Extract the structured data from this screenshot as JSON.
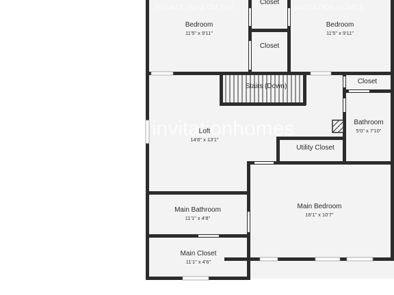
{
  "rooms": {
    "bedroom_left": {
      "name": "Bedroom",
      "dims": "11'5\" x 9'11\""
    },
    "closet_top": {
      "name": "Closet"
    },
    "bedroom_right": {
      "name": "Bedroom",
      "dims": "11'5\" x 9'11\""
    },
    "closet_mid": {
      "name": "Closet"
    },
    "stairs": {
      "name": "Stairs (Down)"
    },
    "closet_right": {
      "name": "Closet"
    },
    "loft": {
      "name": "Loft",
      "dims": "14'6\" x 13'1\""
    },
    "bathroom": {
      "name": "Bathroom",
      "dims": "5'0\" x 7'10\""
    },
    "utility_closet": {
      "name": "Utility Closet"
    },
    "main_bedroom": {
      "name": "Main Bedroom",
      "dims": "16'1\" x 10'7\""
    },
    "main_bathroom": {
      "name": "Main Bathroom",
      "dims": "11'1\" x 4'8\""
    },
    "main_closet": {
      "name": "Main Closet",
      "dims": "11'1\" x 4'6\""
    }
  },
  "watermark": {
    "text": "INVITATION HOMES",
    "logo_text": "invitationhomes"
  }
}
